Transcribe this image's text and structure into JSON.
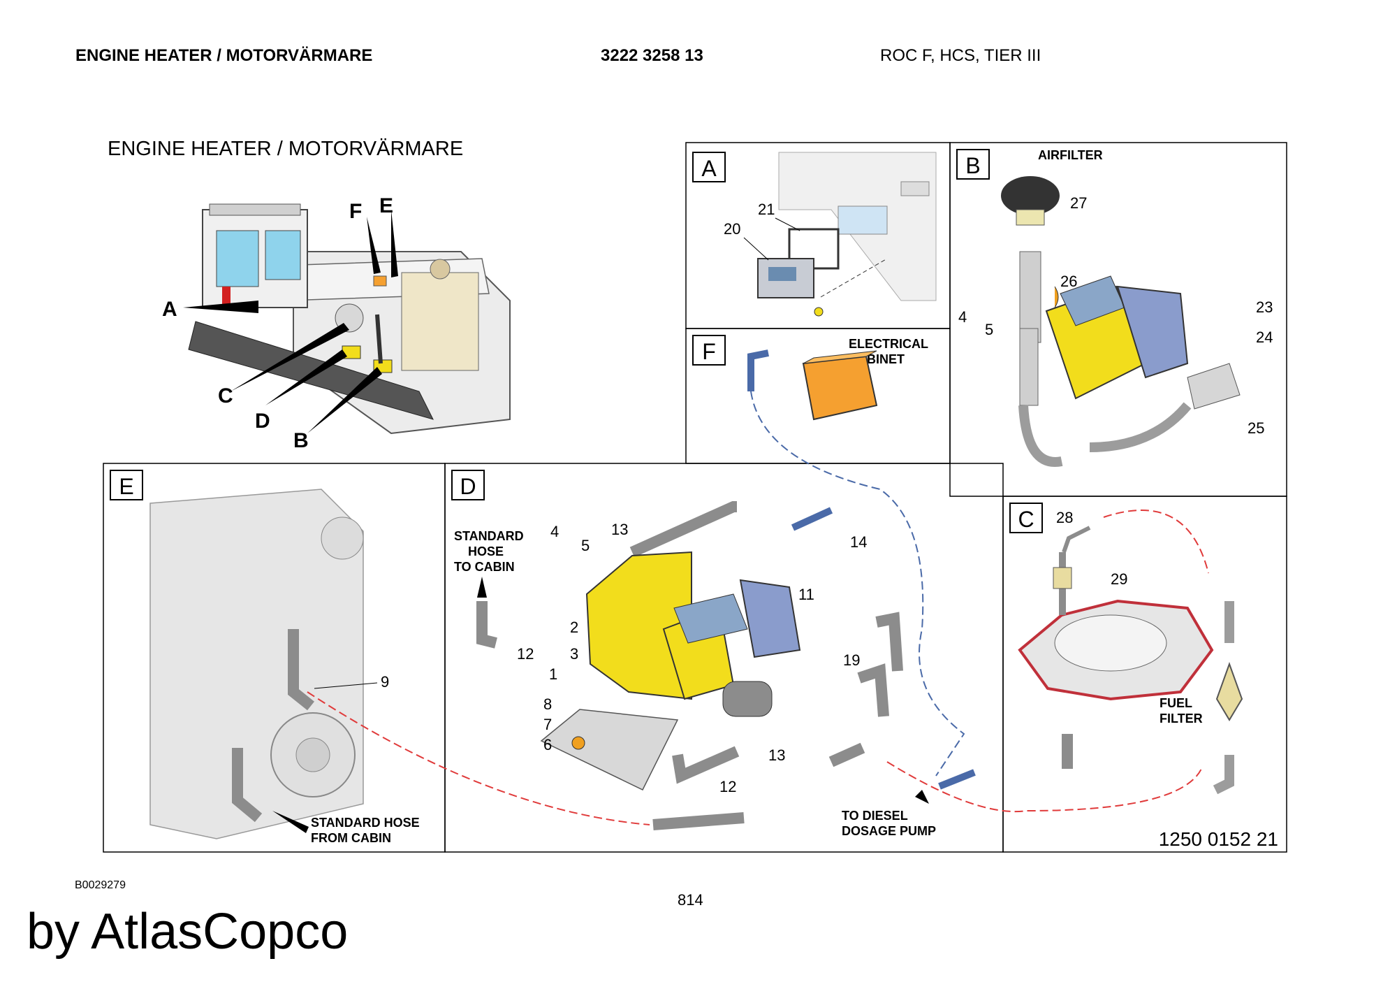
{
  "header": {
    "title": "ENGINE HEATER / MOTORVÄRMARE",
    "part_number": "3222 3258 13",
    "model": "ROC F, HCS, TIER III"
  },
  "figure": {
    "title": "ENGINE HEATER / MOTORVÄRMARE",
    "figure_number": "1250 0152 21",
    "overview_labels": [
      "F",
      "E",
      "A",
      "C",
      "D",
      "B"
    ],
    "panels": {
      "A": {
        "letter": "A",
        "callouts": [
          "21",
          "20"
        ]
      },
      "B": {
        "letter": "B",
        "title": "AIRFILTER",
        "callouts": [
          "27",
          "26",
          "4",
          "5",
          "23",
          "24",
          "25"
        ]
      },
      "F": {
        "letter": "F",
        "title_line1": "ELECTRICAL",
        "title_line2": "CABINET"
      },
      "C": {
        "letter": "C",
        "callouts": [
          "28",
          "29"
        ],
        "fuel_filter_line1": "FUEL",
        "fuel_filter_line2": "FILTER"
      },
      "E": {
        "letter": "E",
        "callouts": [
          "9"
        ],
        "hose_line1": "STANDARD HOSE",
        "hose_line2": "FROM CABIN"
      },
      "D": {
        "letter": "D",
        "callouts": [
          "4",
          "13",
          "5",
          "14",
          "11",
          "2",
          "12",
          "3",
          "1",
          "19",
          "8",
          "7",
          "6",
          "13",
          "12"
        ],
        "hose_line1": "STANDARD",
        "hose_line2": "HOSE",
        "hose_line3": "TO CABIN",
        "diesel_line1": "TO DIESEL",
        "diesel_line2": "DOSAGE PUMP"
      }
    }
  },
  "footer": {
    "doc_code": "B0029279",
    "page": "814",
    "brand": "by AtlasCopco"
  },
  "colors": {
    "heater_yellow": "#f2dd1c",
    "heater_blue": "#8a9ccc",
    "cabinet_orange": "#f5a030",
    "pipe_gray": "#8c8c8c",
    "engine_gray": "#e6e6e6",
    "flange_red": "#c0303a",
    "dash_red": "#e03a3a",
    "dash_blue": "#4a6aa8",
    "bracket_orange": "#f0a020"
  }
}
